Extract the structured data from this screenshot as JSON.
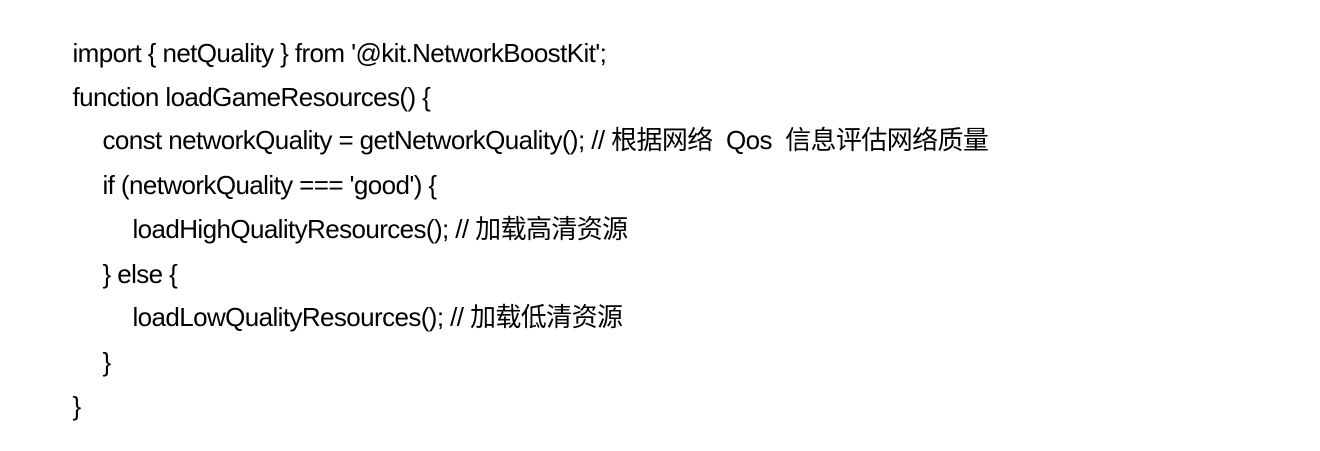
{
  "code": {
    "lines": [
      {
        "indent": 0,
        "code": "import { netQuality } from '@kit.NetworkBoostKit';",
        "comment": ""
      },
      {
        "indent": 0,
        "code": "function loadGameResources() {",
        "comment": ""
      },
      {
        "indent": 1,
        "code": "const networkQuality = getNetworkQuality(); // ",
        "comment": "根据网络  Qos  信息评估网络质量"
      },
      {
        "indent": 1,
        "code": "if (networkQuality === 'good') {",
        "comment": ""
      },
      {
        "indent": 2,
        "code": "loadHighQualityResources(); // ",
        "comment": "加载高清资源"
      },
      {
        "indent": 1,
        "code": "} else {",
        "comment": ""
      },
      {
        "indent": 2,
        "code": "loadLowQualityResources(); // ",
        "comment": "加载低清资源"
      },
      {
        "indent": 1,
        "code": "}",
        "comment": ""
      },
      {
        "indent": 0,
        "code": "}",
        "comment": ""
      }
    ]
  }
}
